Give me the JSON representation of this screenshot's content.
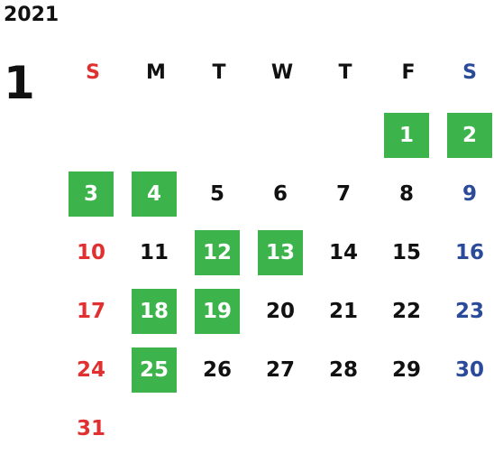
{
  "calendar": {
    "year": "2021",
    "month": "1",
    "weekdays": [
      "S",
      "M",
      "T",
      "W",
      "T",
      "F",
      "S"
    ],
    "colors": {
      "sunday": "#e03030",
      "saturday": "#2a4a9a",
      "weekday": "#111111",
      "highlight_bg": "#3cb44b",
      "highlight_text": "#ffffff"
    },
    "days": [
      {
        "label": "1",
        "col": 5,
        "row": 0,
        "highlight": true
      },
      {
        "label": "2",
        "col": 6,
        "row": 0,
        "highlight": true
      },
      {
        "label": "3",
        "col": 0,
        "row": 1,
        "highlight": true
      },
      {
        "label": "4",
        "col": 1,
        "row": 1,
        "highlight": true
      },
      {
        "label": "5",
        "col": 2,
        "row": 1,
        "highlight": false
      },
      {
        "label": "6",
        "col": 3,
        "row": 1,
        "highlight": false
      },
      {
        "label": "7",
        "col": 4,
        "row": 1,
        "highlight": false
      },
      {
        "label": "8",
        "col": 5,
        "row": 1,
        "highlight": false
      },
      {
        "label": "9",
        "col": 6,
        "row": 1,
        "highlight": false
      },
      {
        "label": "10",
        "col": 0,
        "row": 2,
        "highlight": false
      },
      {
        "label": "11",
        "col": 1,
        "row": 2,
        "highlight": false
      },
      {
        "label": "12",
        "col": 2,
        "row": 2,
        "highlight": true
      },
      {
        "label": "13",
        "col": 3,
        "row": 2,
        "highlight": true
      },
      {
        "label": "14",
        "col": 4,
        "row": 2,
        "highlight": false
      },
      {
        "label": "15",
        "col": 5,
        "row": 2,
        "highlight": false
      },
      {
        "label": "16",
        "col": 6,
        "row": 2,
        "highlight": false
      },
      {
        "label": "17",
        "col": 0,
        "row": 3,
        "highlight": false
      },
      {
        "label": "18",
        "col": 1,
        "row": 3,
        "highlight": true
      },
      {
        "label": "19",
        "col": 2,
        "row": 3,
        "highlight": true
      },
      {
        "label": "20",
        "col": 3,
        "row": 3,
        "highlight": false
      },
      {
        "label": "21",
        "col": 4,
        "row": 3,
        "highlight": false
      },
      {
        "label": "22",
        "col": 5,
        "row": 3,
        "highlight": false
      },
      {
        "label": "23",
        "col": 6,
        "row": 3,
        "highlight": false
      },
      {
        "label": "24",
        "col": 0,
        "row": 4,
        "highlight": false
      },
      {
        "label": "25",
        "col": 1,
        "row": 4,
        "highlight": true
      },
      {
        "label": "26",
        "col": 2,
        "row": 4,
        "highlight": false
      },
      {
        "label": "27",
        "col": 3,
        "row": 4,
        "highlight": false
      },
      {
        "label": "28",
        "col": 4,
        "row": 4,
        "highlight": false
      },
      {
        "label": "29",
        "col": 5,
        "row": 4,
        "highlight": false
      },
      {
        "label": "30",
        "col": 6,
        "row": 4,
        "highlight": false
      },
      {
        "label": "31",
        "col": 0,
        "row": 5,
        "highlight": false
      }
    ]
  }
}
